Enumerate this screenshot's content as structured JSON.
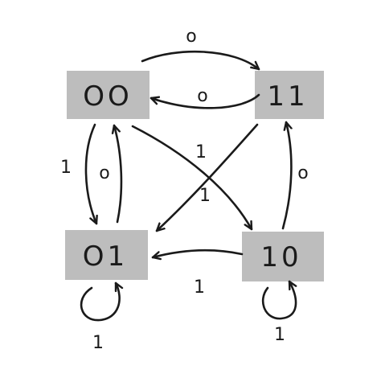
{
  "states": {
    "s00": "OO",
    "s11": "11",
    "s01": "O1",
    "s10": "10"
  },
  "transitions": {
    "s00_to_s11": "o",
    "s11_to_s00": "o",
    "s00_to_s01": "1",
    "s01_to_s00": "o",
    "s00_to_s10": "1",
    "s11_to_s01": "1",
    "s10_to_s11": "o",
    "s10_to_s01": "1",
    "s01_self": "1",
    "s10_self": "1"
  },
  "colors": {
    "state_fill": "#bdbdbd",
    "ink": "#1a1a1a",
    "background": "#ffffff"
  }
}
